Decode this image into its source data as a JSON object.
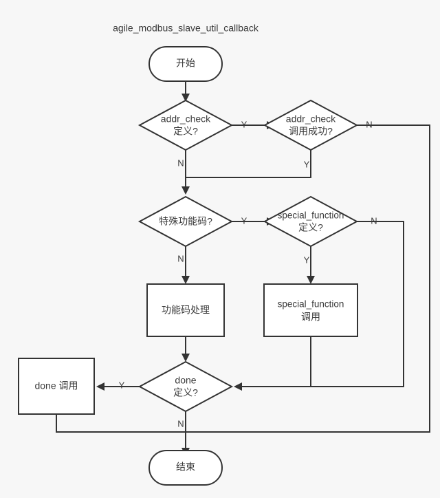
{
  "diagram": {
    "title": "agile_modbus_slave_util_callback",
    "type": "flowchart",
    "background_color": "#f7f7f7",
    "stroke_color": "#333333",
    "node_fill_color": "#ffffff",
    "text_color": "#3a3a3a",
    "nodes": {
      "start": {
        "label": "开始",
        "shape": "terminator"
      },
      "addr_check_defined": {
        "label_line1": "addr_check",
        "label_line2": "定义?",
        "shape": "decision"
      },
      "addr_check_success": {
        "label_line1": "addr_check",
        "label_line2": "调用成功?",
        "shape": "decision"
      },
      "special_code": {
        "label": "特殊功能码?",
        "shape": "decision"
      },
      "special_function_defined": {
        "label_line1": "special_function",
        "label_line2": "定义?",
        "shape": "decision"
      },
      "func_code_process": {
        "label": "功能码处理",
        "shape": "process"
      },
      "special_function_call": {
        "label_line1": "special_function",
        "label_line2": "调用",
        "shape": "process"
      },
      "done_defined": {
        "label_line1": "done",
        "label_line2": "定义?",
        "shape": "decision"
      },
      "done_call": {
        "label": "done 调用",
        "shape": "process"
      },
      "end": {
        "label": "结束",
        "shape": "terminator"
      }
    },
    "edge_labels": {
      "addr_check_defined_yes": "Y",
      "addr_check_defined_no": "N",
      "addr_check_success_no": "N",
      "addr_check_success_yes": "Y",
      "special_code_yes": "Y",
      "special_code_no": "N",
      "special_function_defined_no": "N",
      "special_function_defined_yes": "Y",
      "done_defined_yes": "Y",
      "done_defined_no": "N"
    }
  }
}
